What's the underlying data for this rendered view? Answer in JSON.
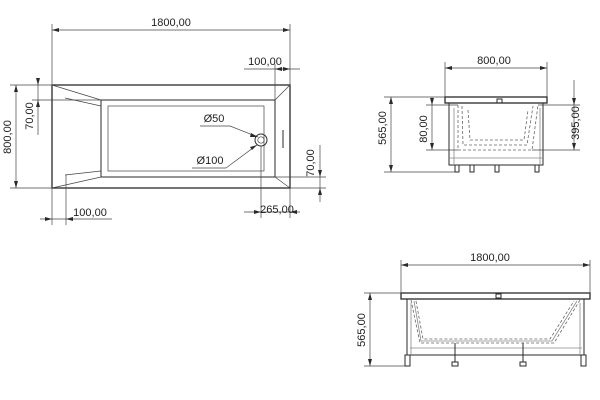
{
  "top_view": {
    "length": "1800,00",
    "width": "800,00",
    "rim_side": "100,00",
    "rim_top_right": "100,00",
    "rim_bottom_left": "100,00",
    "wall_left": "70,00",
    "wall_right": "70,00",
    "drain_offset": "265,00",
    "drain_diameter": "Ø50",
    "overflow_diameter": "Ø100"
  },
  "side_view": {
    "width": "800,00",
    "height": "565,00",
    "depth": "395,00",
    "rim": "80,00"
  },
  "front_view": {
    "length": "1800,00",
    "height": "565,00"
  }
}
